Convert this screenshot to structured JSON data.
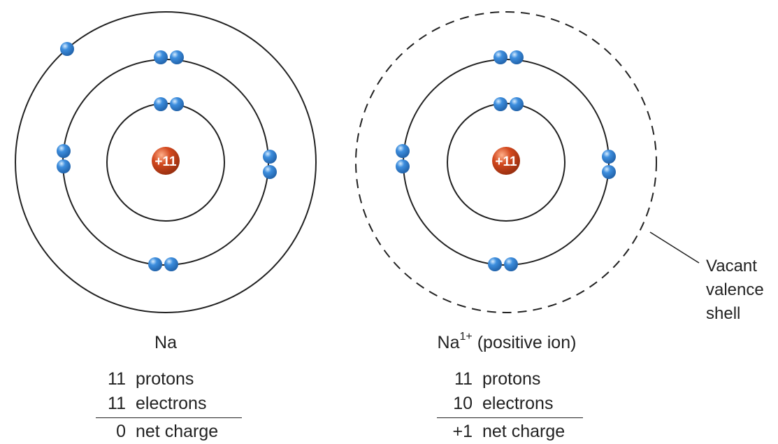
{
  "colors": {
    "electron": "#3d8ede",
    "electron_dark": "#1f5fa6",
    "nucleus": "#d2481e",
    "nucleus_dark": "#8e2a0c",
    "line": "#222222"
  },
  "atoms": [
    {
      "symbol": "Na",
      "suffix": "",
      "superscript": "",
      "note": "",
      "nucleus_label": "+11",
      "shells": [
        2,
        8,
        1
      ],
      "stats": [
        {
          "value": "11",
          "unit": "protons"
        },
        {
          "value": "11",
          "unit": "electrons"
        },
        {
          "value": "0",
          "unit": "net charge"
        }
      ]
    },
    {
      "symbol": "Na",
      "superscript": "1+",
      "note": "(positive ion)",
      "nucleus_label": "+11",
      "shells": [
        2,
        8,
        0
      ],
      "stats": [
        {
          "value": "11",
          "unit": "protons"
        },
        {
          "value": "10",
          "unit": "electrons"
        },
        {
          "value": "+1",
          "unit": "net charge"
        }
      ]
    }
  ],
  "callout": {
    "lines": [
      "Vacant",
      "valence",
      "shell"
    ]
  }
}
